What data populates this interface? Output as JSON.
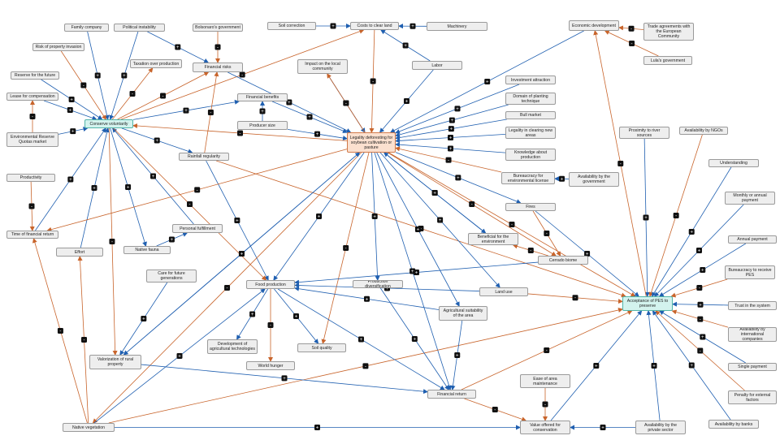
{
  "colors": {
    "positive": "#1f5fb0",
    "negative": "#c8642b",
    "marker_fill": "#111111",
    "node_fill": "#eeeeee",
    "central_fill": "#fbe0cf",
    "teal_fill": "#d3f3ee"
  },
  "nodes": {
    "family_company": "Family company",
    "political_instability": "Political instability",
    "bolsonaro_government": "Bolsonaro's government",
    "soil_correction": "Soil correction",
    "costs_to_clear_land": "Costs to clear land",
    "machinery": "Machinery",
    "economic_development": "Economic development",
    "trade_agreements": "Trade agreements with the European Community",
    "lulas_government": "Lula's government",
    "risk_of_property_invasion": "Risk of property invasion",
    "taxation_over_production": "Taxation over production",
    "financial_risks": "Financial risks",
    "impact_on_local_community": "Impact on the local community",
    "labor": "Labor",
    "reserve_for_the_future": "Reserve for the future",
    "investment_attraction": "Investment attraction",
    "lease_for_compensation": "Lease for compensation",
    "financial_benefits": "Financial benefits",
    "domain_of_planting_technique": "Domain of planting technique",
    "conserve_voluntarily": "Conserve voluntarily",
    "producer_size": "Producer size",
    "bull_market": "Bull market",
    "legality_deforesting": "Legality deforesting for soybean cultivation or pasture",
    "legality_in_clearing_new_areas": "Legality in clearing new areas",
    "proximity_to_river_sources": "Proximity to river sources",
    "availability_by_ngos": "Availability by NGOs",
    "environmental_reserve_quotas_market": "Environmental Reserve Quotas market",
    "knowledge_about_production": "Knowledge about production",
    "rainfall_regularity": "Rainfall regularity",
    "understanding": "Understanding",
    "productivity": "Productivity",
    "bureaucracy_for_environmental_license": "Bureaucracy for environmental license",
    "availability_by_the_government": "Availability by the government",
    "monthly_or_annual_payment": "Monthly or annual payment",
    "fires": "Fires",
    "personal_fulfillment": "Personal fulfillment",
    "time_of_financial_return": "Time of financial return",
    "beneficial_for_the_environment": "Beneficial for the environment",
    "annual_payment": "Annual payment",
    "native_fauna": "Native fauna",
    "effort": "Effort",
    "cerrado_biome": "Cerrado biome",
    "bureaucracy_to_receive_pes": "Bureaucracy to receive PES",
    "care_for_future_generations": "Care for future generations",
    "food_production": "Food production",
    "production_diversification": "Production diversification",
    "land_use": "Land use",
    "acceptance_of_pes": "Acceptance of PES to preserve",
    "trust_in_the_system": "Trust in the system",
    "agricultural_suitability": "Agricultural suitability of the area",
    "availability_by_international_companies": "Availability by international companies",
    "development_of_agricultural_technologies": "Development of agricultural technologies",
    "soil_quality": "Soil quality",
    "valorization_of_rural_property": "Valorization of rural property",
    "world_hunger": "World hunger",
    "single_payment": "Single payment",
    "ease_of_area_maintenance": "Ease of area maintenance",
    "financial_return": "Financial return",
    "penalty_for_external_factors": "Penalty for external factors",
    "native_vegetation": "Native vegetation",
    "value_offered_for_conservation": "Value offered for conservation",
    "availability_by_private_sector": "Availability by the private sector",
    "availability_by_banks": "Availability by banks"
  },
  "edges": [
    {
      "from": "family_company",
      "to": "conserve_voluntarily",
      "sign": "+"
    },
    {
      "from": "political_instability",
      "to": "conserve_voluntarily",
      "sign": "+"
    },
    {
      "from": "political_instability",
      "to": "financial_risks",
      "sign": "+"
    },
    {
      "from": "bolsonaro_government",
      "to": "financial_risks",
      "sign": "-"
    },
    {
      "from": "risk_of_property_invasion",
      "to": "conserve_voluntarily",
      "sign": "-"
    },
    {
      "from": "reserve_for_the_future",
      "to": "conserve_voluntarily",
      "sign": "+"
    },
    {
      "from": "lease_for_compensation",
      "to": "conserve_voluntarily",
      "sign": "+"
    },
    {
      "from": "environmental_reserve_quotas_market",
      "to": "conserve_voluntarily",
      "sign": "+"
    },
    {
      "from": "environmental_reserve_quotas_market",
      "to": "lease_for_compensation",
      "sign": "-"
    },
    {
      "from": "conserve_voluntarily",
      "to": "taxation_over_production",
      "sign": "-"
    },
    {
      "from": "conserve_voluntarily",
      "to": "financial_risks",
      "sign": "-"
    },
    {
      "from": "conserve_voluntarily",
      "to": "costs_to_clear_land",
      "sign": "-"
    },
    {
      "from": "financial_risks",
      "to": "legality_deforesting",
      "sign": "+"
    },
    {
      "from": "conserve_voluntarily",
      "to": "financial_benefits",
      "sign": "+"
    },
    {
      "from": "financial_benefits",
      "to": "legality_deforesting",
      "sign": "+"
    },
    {
      "from": "producer_size",
      "to": "financial_benefits",
      "sign": "+"
    },
    {
      "from": "producer_size",
      "to": "legality_deforesting",
      "sign": "+"
    },
    {
      "from": "conserve_voluntarily",
      "to": "rainfall_regularity",
      "sign": "+"
    },
    {
      "from": "rainfall_regularity",
      "to": "financial_risks",
      "sign": "-"
    },
    {
      "from": "rainfall_regularity",
      "to": "food_production",
      "sign": "+"
    },
    {
      "from": "rainfall_regularity",
      "to": "acceptance_of_pes",
      "sign": "-"
    },
    {
      "from": "conserve_voluntarily",
      "to": "native_fauna",
      "sign": "+"
    },
    {
      "from": "native_fauna",
      "to": "personal_fulfillment",
      "sign": "+"
    },
    {
      "from": "personal_fulfillment",
      "to": "conserve_voluntarily",
      "sign": "+"
    },
    {
      "from": "conserve_voluntarily",
      "to": "valorization_of_rural_property",
      "sign": "-"
    },
    {
      "from": "conserve_voluntarily",
      "to": "food_production",
      "sign": "-"
    },
    {
      "from": "effort",
      "to": "conserve_voluntarily",
      "sign": "+"
    },
    {
      "from": "time_of_financial_return",
      "to": "conserve_voluntarily",
      "sign": "+"
    },
    {
      "from": "productivity",
      "to": "time_of_financial_return",
      "sign": "-"
    },
    {
      "from": "legality_deforesting",
      "to": "time_of_financial_return",
      "sign": "-"
    },
    {
      "from": "legality_deforesting",
      "to": "conserve_voluntarily",
      "sign": "-"
    },
    {
      "from": "soil_correction",
      "to": "costs_to_clear_land",
      "sign": "+"
    },
    {
      "from": "machinery",
      "to": "costs_to_clear_land",
      "sign": "+"
    },
    {
      "from": "costs_to_clear_land",
      "to": "legality_deforesting",
      "sign": "-"
    },
    {
      "from": "labor",
      "to": "costs_to_clear_land",
      "sign": "+"
    },
    {
      "from": "labor",
      "to": "legality_deforesting",
      "sign": "+"
    },
    {
      "from": "impact_on_local_community",
      "to": "legality_deforesting",
      "sign": "+"
    },
    {
      "from": "legality_deforesting",
      "to": "impact_on_local_community",
      "sign": "-"
    },
    {
      "from": "economic_development",
      "to": "legality_deforesting",
      "sign": "+"
    },
    {
      "from": "trade_agreements",
      "to": "economic_development",
      "sign": "-"
    },
    {
      "from": "lulas_government",
      "to": "economic_development",
      "sign": "-"
    },
    {
      "from": "investment_attraction",
      "to": "legality_deforesting",
      "sign": "+"
    },
    {
      "from": "domain_of_planting_technique",
      "to": "legality_deforesting",
      "sign": "+"
    },
    {
      "from": "bull_market",
      "to": "legality_deforesting",
      "sign": "+"
    },
    {
      "from": "legality_in_clearing_new_areas",
      "to": "legality_deforesting",
      "sign": "+"
    },
    {
      "from": "knowledge_about_production",
      "to": "legality_deforesting",
      "sign": "+"
    },
    {
      "from": "bureaucracy_for_environmental_license",
      "to": "legality_deforesting",
      "sign": "-"
    },
    {
      "from": "availability_by_the_government",
      "to": "bureaucracy_for_environmental_license",
      "sign": "+"
    },
    {
      "from": "legality_deforesting",
      "to": "fires",
      "sign": "+"
    },
    {
      "from": "legality_deforesting",
      "to": "beneficial_for_the_environment",
      "sign": "+"
    },
    {
      "from": "legality_deforesting",
      "to": "cerrado_biome",
      "sign": "-"
    },
    {
      "from": "legality_deforesting",
      "to": "land_use",
      "sign": "+"
    },
    {
      "from": "legality_deforesting",
      "to": "production_diversification",
      "sign": "+"
    },
    {
      "from": "legality_deforesting",
      "to": "food_production",
      "sign": "+"
    },
    {
      "from": "legality_deforesting",
      "to": "financial_return",
      "sign": "+"
    },
    {
      "from": "legality_deforesting",
      "to": "valorization_of_rural_property",
      "sign": "+"
    },
    {
      "from": "legality_deforesting",
      "to": "native_vegetation",
      "sign": "-"
    },
    {
      "from": "legality_deforesting",
      "to": "soil_quality",
      "sign": "-"
    },
    {
      "from": "legality_deforesting",
      "to": "agricultural_suitability",
      "sign": "+"
    },
    {
      "from": "legality_deforesting",
      "to": "acceptance_of_pes",
      "sign": "-"
    },
    {
      "from": "fires",
      "to": "cerrado_biome",
      "sign": "-"
    },
    {
      "from": "cerrado_biome",
      "to": "beneficial_for_the_environment",
      "sign": "-"
    },
    {
      "from": "fires",
      "to": "acceptance_of_pes",
      "sign": "+"
    },
    {
      "from": "proximity_to_river_sources",
      "to": "acceptance_of_pes",
      "sign": "+"
    },
    {
      "from": "availability_by_ngos",
      "to": "acceptance_of_pes",
      "sign": "-"
    },
    {
      "from": "understanding",
      "to": "acceptance_of_pes",
      "sign": "+"
    },
    {
      "from": "monthly_or_annual_payment",
      "to": "acceptance_of_pes",
      "sign": "+"
    },
    {
      "from": "annual_payment",
      "to": "acceptance_of_pes",
      "sign": "+"
    },
    {
      "from": "bureaucracy_to_receive_pes",
      "to": "acceptance_of_pes",
      "sign": "-"
    },
    {
      "from": "trust_in_the_system",
      "to": "acceptance_of_pes",
      "sign": "+"
    },
    {
      "from": "availability_by_international_companies",
      "to": "acceptance_of_pes",
      "sign": "-"
    },
    {
      "from": "single_payment",
      "to": "acceptance_of_pes",
      "sign": "+"
    },
    {
      "from": "penalty_for_external_factors",
      "to": "acceptance_of_pes",
      "sign": "-"
    },
    {
      "from": "availability_by_banks",
      "to": "acceptance_of_pes",
      "sign": "+"
    },
    {
      "from": "availability_by_private_sector",
      "to": "acceptance_of_pes",
      "sign": "+"
    },
    {
      "from": "acceptance_of_pes",
      "to": "economic_development",
      "sign": "-"
    },
    {
      "from": "land_use",
      "to": "acceptance_of_pes",
      "sign": "-"
    },
    {
      "from": "land_use",
      "to": "food_production",
      "sign": "+"
    },
    {
      "from": "financial_return",
      "to": "acceptance_of_pes",
      "sign": "-"
    },
    {
      "from": "financial_return",
      "to": "value_offered_for_conservation",
      "sign": "-"
    },
    {
      "from": "value_offered_for_conservation",
      "to": "acceptance_of_pes",
      "sign": "+"
    },
    {
      "from": "ease_of_area_maintenance",
      "to": "value_offered_for_conservation",
      "sign": "-"
    },
    {
      "from": "availability_by_private_sector",
      "to": "value_offered_for_conservation",
      "sign": "+"
    },
    {
      "from": "native_vegetation",
      "to": "value_offered_for_conservation",
      "sign": "+"
    },
    {
      "from": "native_vegetation",
      "to": "time_of_financial_return",
      "sign": "-"
    },
    {
      "from": "native_vegetation",
      "to": "effort",
      "sign": "-"
    },
    {
      "from": "native_vegetation",
      "to": "food_production",
      "sign": "+"
    },
    {
      "from": "native_vegetation",
      "to": "acceptance_of_pes",
      "sign": "-"
    },
    {
      "from": "care_for_future_generations",
      "to": "valorization_of_rural_property",
      "sign": "+"
    },
    {
      "from": "food_production",
      "to": "development_of_agricultural_technologies",
      "sign": "+"
    },
    {
      "from": "food_production",
      "to": "world_hunger",
      "sign": "-"
    },
    {
      "from": "food_production",
      "to": "soil_quality",
      "sign": "+"
    },
    {
      "from": "food_production",
      "to": "financial_return",
      "sign": "+"
    },
    {
      "from": "production_diversification",
      "to": "financial_return",
      "sign": "+"
    },
    {
      "from": "agricultural_suitability",
      "to": "food_production",
      "sign": "+"
    },
    {
      "from": "agricultural_suitability",
      "to": "financial_return",
      "sign": "+"
    },
    {
      "from": "valorization_of_rural_property",
      "to": "financial_return",
      "sign": "+"
    },
    {
      "from": "valorization_of_rural_property",
      "to": "legality_deforesting",
      "sign": "+"
    },
    {
      "from": "beneficial_for_the_environment",
      "to": "legality_deforesting",
      "sign": "+"
    },
    {
      "from": "cerrado_biome",
      "to": "food_production",
      "sign": "+"
    }
  ]
}
